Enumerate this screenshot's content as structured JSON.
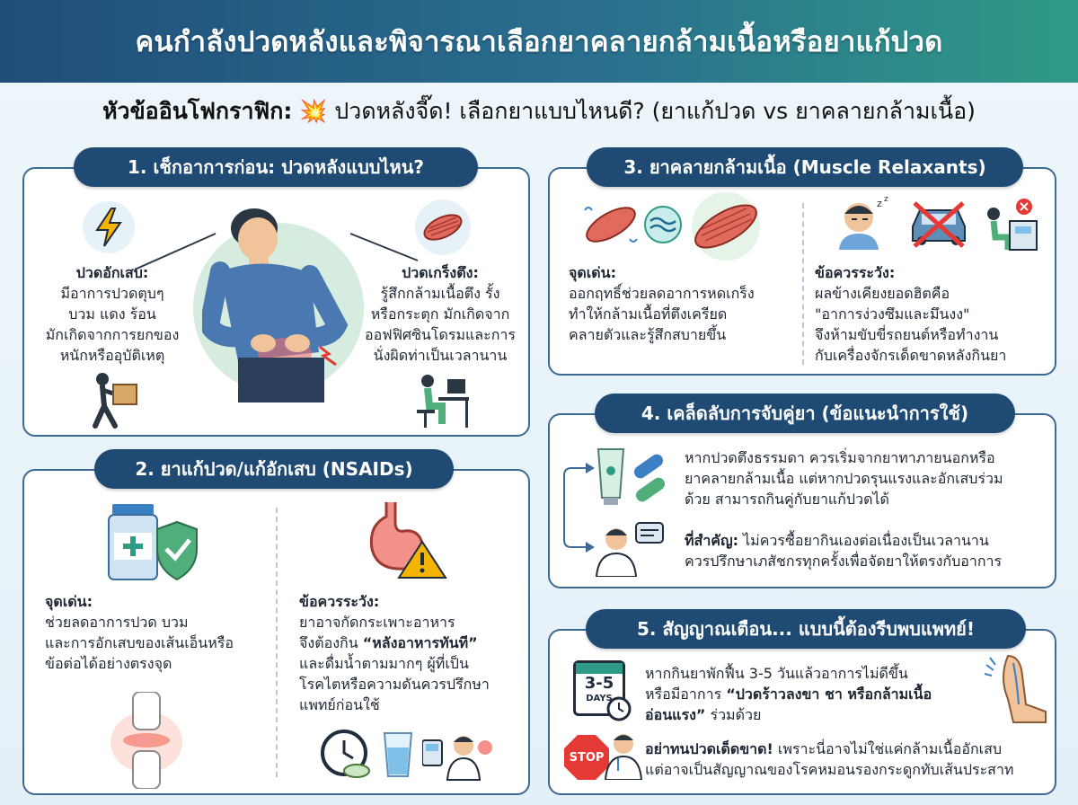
{
  "title": "คนกำลังปวดหลังและพิจารณาเลือกยาคลายกล้ามเนื้อหรือยาแก้ปวด",
  "subtitle": {
    "label": "หัวข้ออินโฟกราฟิก:",
    "emoji": "💥",
    "text": "ปวดหลังจี๊ด! เลือกยาแบบไหนดี? (ยาแก้ปวด vs ยาคลายกล้ามเนื้อ)"
  },
  "section1": {
    "heading": "1. เช็กอาการก่อน: ปวดหลังแบบไหน?",
    "acute": {
      "title": "ปวดอักเสบ:",
      "lines": [
        "มีอาการปวดตุบๆ",
        "บวม แดง ร้อน",
        "มักเกิดจากการยกของ",
        "หนักหรืออุบัติเหตุ"
      ]
    },
    "tension": {
      "title": "ปวดเกร็งตึง:",
      "lines": [
        "รู้สึกกล้ามเนื้อตึง รั้ง",
        "หรือกระตุก มักเกิดจาก",
        "ออฟฟิศซินโดรมและการ",
        "นั่งผิดท่าเป็นเวลานาน"
      ]
    }
  },
  "section2": {
    "heading": "2. ยาแก้ปวด/แก้อักเสบ (NSAIDs)",
    "pros": {
      "title": "จุดเด่น:",
      "lines": [
        "ช่วยลดอาการปวด บวม",
        "และการอักเสบของเส้นเอ็นหรือ",
        "ข้อต่อได้อย่างตรงจุด"
      ]
    },
    "caution": {
      "title": "ข้อควรระวัง:",
      "line1": "ยาอาจกัดกระเพาะอาหาร",
      "line2_pre": "จึงต้องกิน ",
      "line2_bold": "“หลังอาหารทันที”",
      "line3": "และดื่มน้ำตามมากๆ ผู้ที่เป็น",
      "line4": "โรคไตหรือความดันควรปรึกษา",
      "line5": "แพทย์ก่อนใช้"
    }
  },
  "section3": {
    "heading": "3. ยาคลายกล้ามเนื้อ (Muscle Relaxants)",
    "pros": {
      "title": "จุดเด่น:",
      "lines": [
        "ออกฤทธิ์ช่วยลดอาการหดเกร็ง",
        "ทำให้กล้ามเนื้อที่ตึงเครียด",
        "คลายตัวและรู้สึกสบายขึ้น"
      ]
    },
    "caution": {
      "title": "ข้อควรระวัง:",
      "lines": [
        "ผลข้างเคียงยอดฮิตคือ",
        "\"อาการง่วงซึมและมึนงง\"",
        "จึงห้ามขับขี่รถยนต์หรือทำงาน",
        "กับเครื่องจักรเด็ดขาดหลังกินยา"
      ]
    }
  },
  "section4": {
    "heading": "4. เคล็ดลับการจับคู่ยา (ข้อแนะนำการใช้)",
    "tip1": [
      "หากปวดตึงธรรมดา ควรเริ่มจากยาทาภายนอกหรือ",
      "ยาคลายกล้ามเนื้อ แต่หากปวดรุนแรงและอักเสบร่วม",
      "ด้วย สามารถกินคู่กับยาแก้ปวดได้"
    ],
    "tip2_bold": "ที่สำคัญ:",
    "tip2_rest": " ไม่ควรซื้อยากินเองต่อเนื่องเป็นเวลานาน",
    "tip2_line2": "ควรปรึกษาเภสัชกรทุกครั้งเพื่อจัดยาให้ตรงกับอาการ"
  },
  "section5": {
    "heading": "5. สัญญาณเตือน... แบบนี้ต้องรีบพบแพทย์!",
    "calendar_top": "3-5",
    "calendar_bottom": "DAYS",
    "warn1_line1": "หากกินยาพักฟื้น 3-5 วันแล้วอาการไม่ดีขึ้น",
    "warn1_line2_pre": "หรือมีอาการ ",
    "warn1_line2_bold": "“ปวดร้าวลงขา ชา หรือกล้ามเนื้อ",
    "warn1_line3_bold": "อ่อนแรง”",
    "warn1_line3_rest": " ร่วมด้วย",
    "stop_label": "STOP",
    "warn2_bold": "อย่าทนปวดเด็ดขาด!",
    "warn2_rest": " เพราะนี่อาจไม่ใช่แค่กล้ามเนื้ออักเสบ",
    "warn2_line2": "แต่อาจเป็นสัญญาณของโรคหมอนรองกระดูกทับเส้นประสาท"
  },
  "colors": {
    "navy": "#1f4a73",
    "teal": "#2f9a86",
    "muscle": "#d9534f",
    "pill_blue": "#3b7fc4",
    "pill_green": "#4fae7a"
  }
}
